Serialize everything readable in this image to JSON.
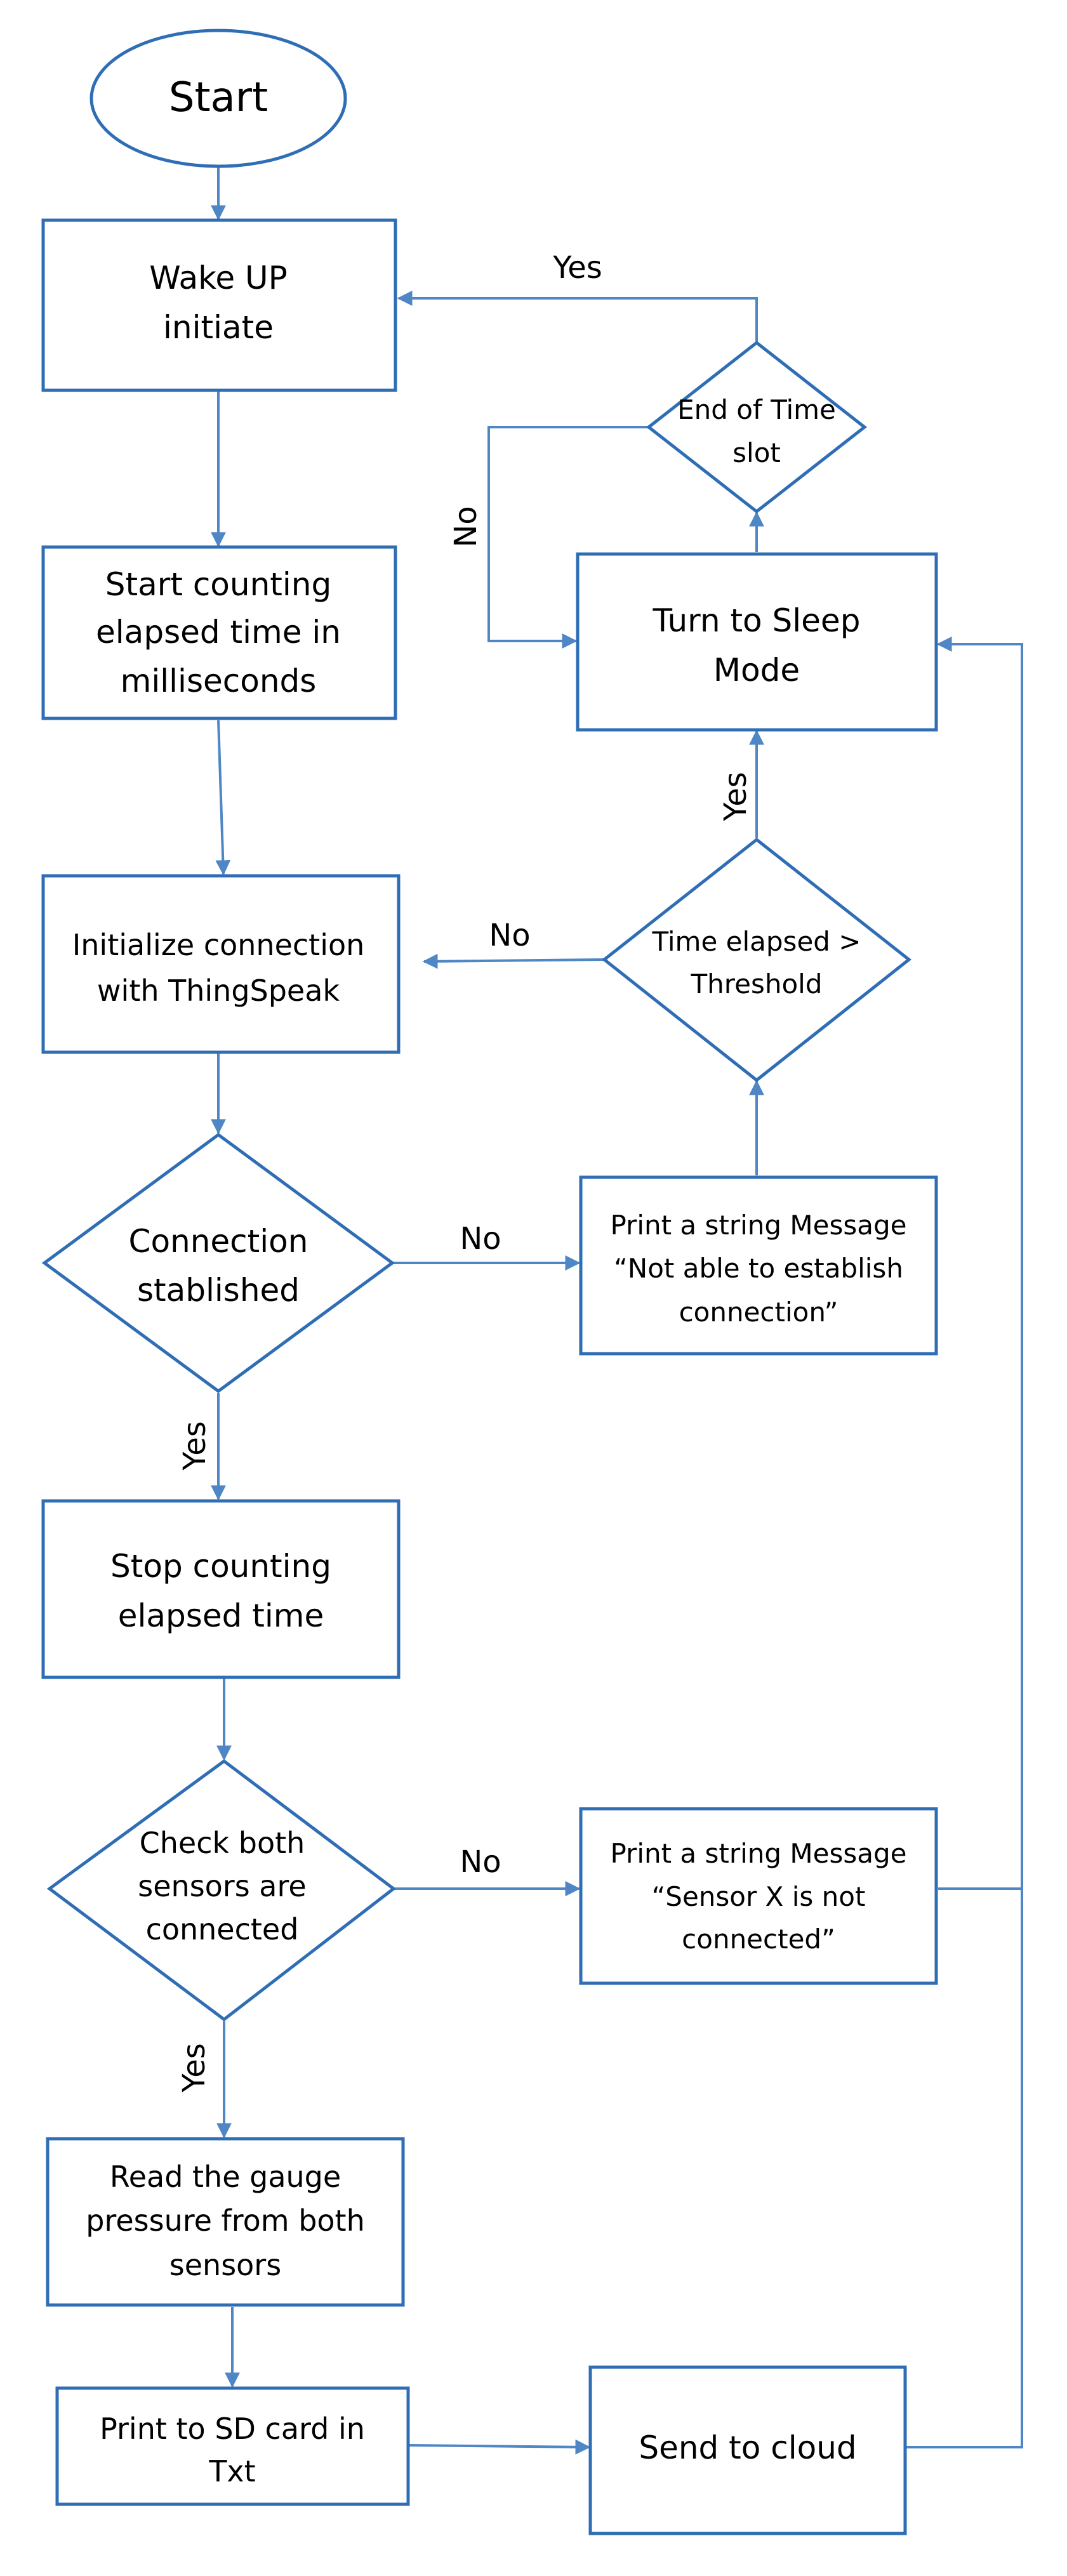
{
  "colors": {
    "shape_stroke": "#2f6eb5",
    "connector": "#4f86c6",
    "background": "#ffffff",
    "text": "#000000"
  },
  "nodes": {
    "start": {
      "label": "Start"
    },
    "wake_up": {
      "line1": "Wake UP",
      "line2": "initiate"
    },
    "start_counting": {
      "line1": "Start counting",
      "line2": "elapsed time in",
      "line3": "milliseconds"
    },
    "init_connection": {
      "line1": "Initialize connection",
      "line2": "with ThingSpeak"
    },
    "connection_decision": {
      "line1": "Connection",
      "line2": "stablished"
    },
    "stop_counting": {
      "line1": "Stop counting",
      "line2": "elapsed time"
    },
    "check_sensors": {
      "line1": "Check both",
      "line2": "sensors are",
      "line3": "connected"
    },
    "read_pressure": {
      "line1": "Read the gauge",
      "line2": "pressure from both",
      "line3": "sensors"
    },
    "print_sd": {
      "line1": "Print to SD card in",
      "line2": "Txt"
    },
    "send_cloud": {
      "label": "Send to cloud"
    },
    "print_sensor_msg": {
      "line1": "Print a string Message",
      "line2": "“Sensor X is not",
      "line3": "connected”"
    },
    "print_connection_msg": {
      "line1": "Print a string Message",
      "line2": "“Not able to establish",
      "line3": "connection”"
    },
    "time_elapsed_decision": {
      "line1": "Time elapsed >",
      "line2": "Threshold"
    },
    "sleep_mode": {
      "line1": "Turn to Sleep",
      "line2": "Mode"
    },
    "end_time_slot_decision": {
      "line1": "End of Time",
      "line2": "slot"
    }
  },
  "edge_labels": {
    "end_slot_yes": "Yes",
    "end_slot_no": "No",
    "time_elapsed_yes": "Yes",
    "time_elapsed_no": "No",
    "connection_no": "No",
    "connection_yes": "Yes",
    "sensors_no": "No",
    "sensors_yes": "Yes"
  }
}
